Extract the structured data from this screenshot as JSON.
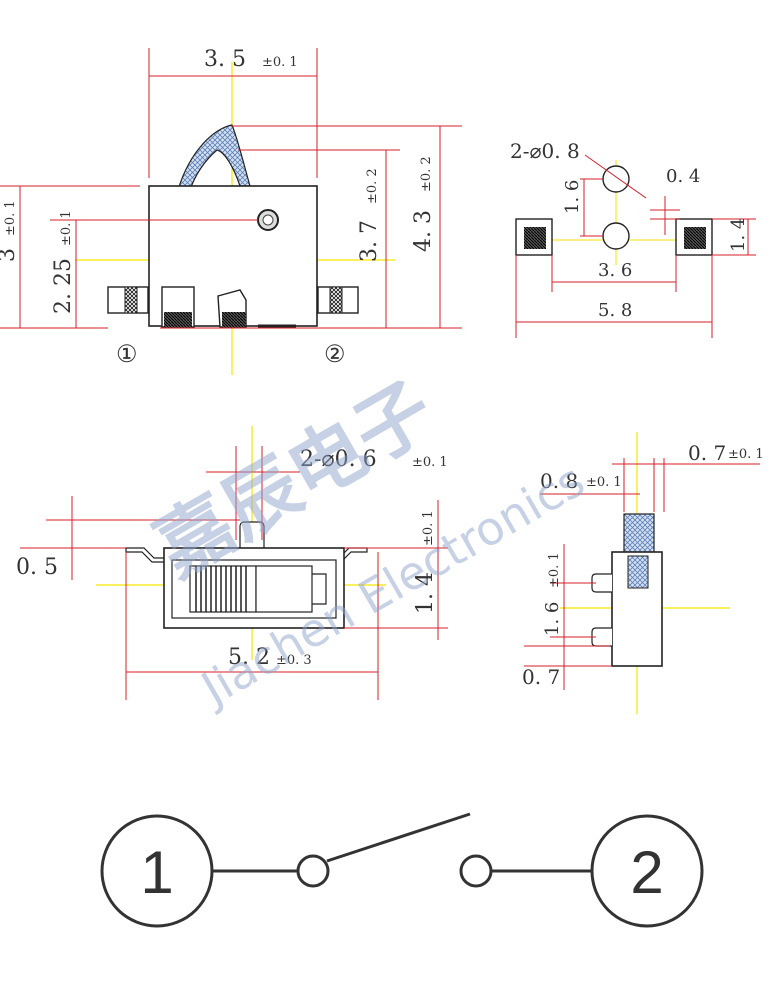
{
  "views": {
    "front": {
      "width_value": "3. 5",
      "width_tol": "±0. 1",
      "height_total_value": "4. 3",
      "height_total_tol": "±0. 2",
      "height_body_value": "3. 7",
      "height_body_tol": "±0. 2",
      "height_left_value": "3",
      "height_left_tol": "±0. 1",
      "pivot_height_value": "2. 25",
      "pivot_height_tol": "±0. 1",
      "terminal_left": "①",
      "terminal_right": "②"
    },
    "footprint": {
      "hole_spec": "2-⌀0. 8",
      "hole_pitch": "1. 6",
      "pad_offset": "0. 4",
      "pad_height": "1. 4",
      "inner_span": "3. 6",
      "outer_span": "5. 8"
    },
    "top": {
      "hole_spec": "2-⌀0. 6",
      "hole_tol": "±0. 1",
      "lead_height": "0. 5",
      "body_height_value": "1. 4",
      "body_height_tol": "±0. 1",
      "length_value": "5. 2",
      "length_tol": "±0. 3"
    },
    "side": {
      "actuator_width_value": "0. 8",
      "actuator_width_tol": "±0. 1",
      "offset_value": "0. 7",
      "offset_tol": "±0. 1",
      "pin_pitch_value": "1. 6",
      "pin_pitch_tol": "±0. 1",
      "bottom_value": "0. 7"
    }
  },
  "schematic": {
    "terminal_1": "1",
    "terminal_2": "2"
  },
  "watermark": {
    "chinese": "嘉辰电子",
    "english": "Jiachen Electronics"
  },
  "colors": {
    "dimension_line": "#d4212b",
    "centerline": "#f5e600",
    "outline": "#222222",
    "watermark": "#8fa4cc",
    "actuator": "#7fa0d0"
  }
}
